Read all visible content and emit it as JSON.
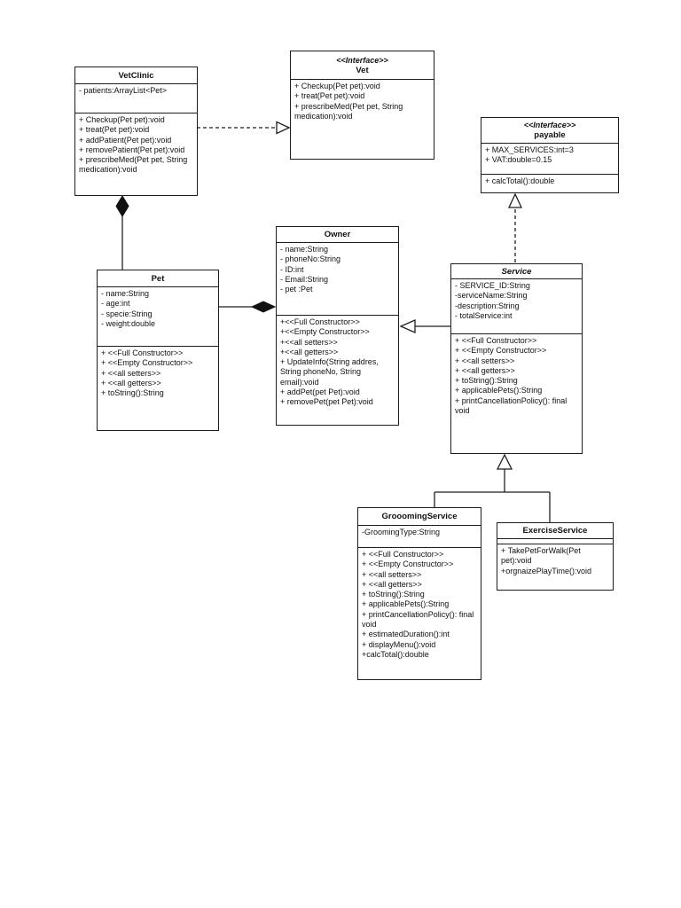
{
  "colors": {
    "line": "#1f1f1f",
    "box_background": "#ffffff",
    "page_background": "#ffffff",
    "text": "#111111"
  },
  "classes": {
    "vetclinic": {
      "title": "VetClinic",
      "attributes": [
        "- patients:ArrayList<Pet>"
      ],
      "methods": [
        "+ Checkup(Pet pet):void",
        "+ treat(Pet pet):void",
        "+ addPatient(Pet pet):void",
        "+ removePatient(Pet pet):void",
        "+ prescribeMed(Pet pet, String medication):void"
      ]
    },
    "vet": {
      "stereotype": "<<Interface>>",
      "title": "Vet",
      "methods": [
        "+ Checkup(Pet pet):void",
        "+ treat(Pet pet):void",
        "+ prescribeMed(Pet pet, String medication):void"
      ]
    },
    "payable": {
      "stereotype": "<<Interface>>",
      "title": "payable",
      "attributes": [
        "+ MAX_SERVICES:int=3",
        "+ VAT:double=0.15"
      ],
      "methods": [
        "+ calcTotal():double"
      ]
    },
    "pet": {
      "title": "Pet",
      "attributes": [
        "- name:String",
        "- age:int",
        "- specie:String",
        "- weight:double"
      ],
      "methods": [
        "+ <<Full Constructor>>",
        "+ <<Empty Constructor>>",
        "+ <<all setters>>",
        "+ <<all getters>>",
        "+ toString():String"
      ]
    },
    "owner": {
      "title": "Owner",
      "attributes": [
        "- name:String",
        "- phoneNo:String",
        "- ID:int",
        "- Email:String",
        "- pet :Pet"
      ],
      "methods": [
        "+<<Full Constructor>>",
        "+<<Empty Constructor>>",
        "+<<all setters>>",
        "+<<all getters>>",
        "+ UpdateInfo(String addres, String phoneNo, String email):void",
        "+ addPet(pet Pet):void",
        "+ removePet(pet Pet):void"
      ]
    },
    "service": {
      "title": "Service",
      "attributes": [
        "- SERVICE_ID:String",
        "-serviceName:String",
        "-description:String",
        "- totalService:int"
      ],
      "methods": [
        "+ <<Full Constructor>>",
        "+ <<Empty Constructor>>",
        "+ <<all setters>>",
        "+ <<all getters>>",
        "+ toString():String",
        "+ applicablePets():String",
        "+ printCancellationPolicy(): final void"
      ]
    },
    "grooomingservice": {
      "title": "GrooomingService",
      "attributes": [
        "-GroomingType:String"
      ],
      "methods": [
        "+ <<Full Constructor>>",
        "+ <<Empty Constructor>>",
        "+ <<all setters>>",
        "+ <<all getters>>",
        "+ toString():String",
        "+ applicablePets():String",
        "+ printCancellationPolicy(): final void",
        "+ estimatedDuration():int",
        "+ displayMenu():void",
        "+calcTotal():double"
      ]
    },
    "exerciseservice": {
      "title": "ExerciseService",
      "attributes": [],
      "methods": [
        "+ TakePetForWalk(Pet pet):void",
        "+orgnaizePlayTime():void"
      ]
    }
  },
  "relationships": [
    {
      "from": "VetClinic",
      "to": "Vet",
      "type": "realization",
      "style": "dashed line, hollow arrowhead at Vet"
    },
    {
      "from": "VetClinic",
      "to": "Pet",
      "type": "composition",
      "style": "filled diamond at VetClinic, solid line to Pet"
    },
    {
      "from": "Owner",
      "to": "Pet",
      "type": "composition",
      "style": "filled diamond at Owner, solid line to Pet"
    },
    {
      "from": "Service",
      "to": "Owner",
      "type": "association",
      "style": "solid line, hollow triangle at Owner"
    },
    {
      "from": "Service",
      "to": "payable",
      "type": "realization",
      "style": "dashed line, hollow triangle at payable"
    },
    {
      "from": "GrooomingService",
      "to": "Service",
      "type": "generalization",
      "style": "solid line, hollow triangle at Service"
    },
    {
      "from": "ExerciseService",
      "to": "Service",
      "type": "generalization",
      "style": "solid line, hollow triangle at Service"
    }
  ]
}
